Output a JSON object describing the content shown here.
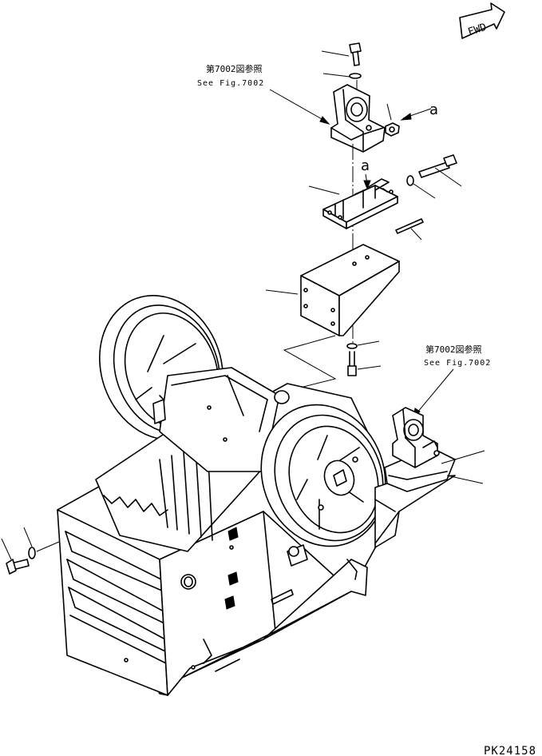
{
  "fwd_label": "FWD",
  "reference_top": {
    "jp": "第7002図参照",
    "en": "See Fig.7002"
  },
  "reference_right": {
    "jp": "第7002図参照",
    "en": "See Fig.7002"
  },
  "callouts": {
    "upper": "a",
    "lower": "a"
  },
  "part_number": "PK24158"
}
